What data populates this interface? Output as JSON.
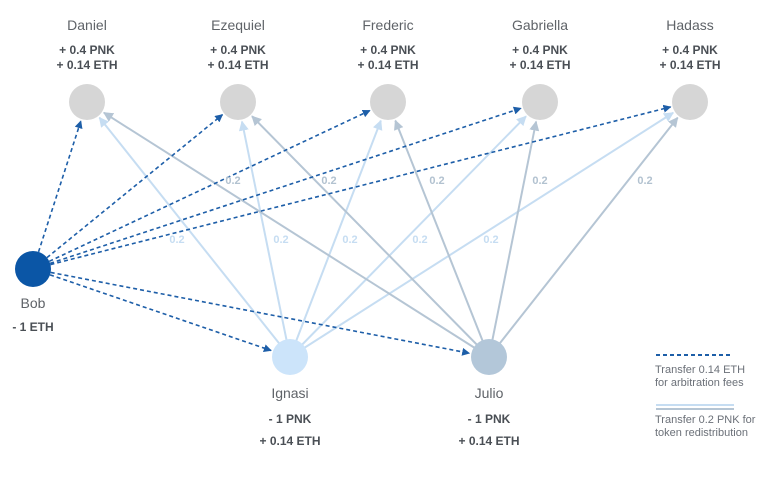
{
  "colors": {
    "eth_transfer": "#1d5ea8",
    "bob": "#0b56a6",
    "ignasi": "#cce4fa",
    "julio": "#b3c7d9",
    "juror": "#d6d6d6",
    "ignasi_edge": "#c6ddf2",
    "julio_edge": "#b5c5d4"
  },
  "nodes": {
    "daniel": {
      "name": "Daniel",
      "pnk": "+ 0.4 PNK",
      "eth": "+ 0.14 ETH"
    },
    "ezequiel": {
      "name": "Ezequiel",
      "pnk": "+ 0.4 PNK",
      "eth": "+ 0.14 ETH"
    },
    "frederic": {
      "name": "Frederic",
      "pnk": "+ 0.4 PNK",
      "eth": "+ 0.14 ETH"
    },
    "gabriella": {
      "name": "Gabriella",
      "pnk": "+ 0.4 PNK",
      "eth": "+ 0.14 ETH"
    },
    "hadass": {
      "name": "Hadass",
      "pnk": "+ 0.4 PNK",
      "eth": "+ 0.14 ETH"
    },
    "bob": {
      "name": "Bob",
      "eth": "- 1 ETH"
    },
    "ignasi": {
      "name": "Ignasi",
      "pnk": "- 1 PNK",
      "eth": "+ 0.14 ETH"
    },
    "julio": {
      "name": "Julio",
      "pnk": "- 1 PNK",
      "eth": "+ 0.14 ETH"
    }
  },
  "eth_edges": [
    {
      "from": "bob",
      "to": "daniel"
    },
    {
      "from": "bob",
      "to": "ezequiel"
    },
    {
      "from": "bob",
      "to": "frederic"
    },
    {
      "from": "bob",
      "to": "gabriella"
    },
    {
      "from": "bob",
      "to": "hadass"
    },
    {
      "from": "bob",
      "to": "ignasi"
    },
    {
      "from": "bob",
      "to": "julio"
    }
  ],
  "pnk_edges": [
    {
      "from": "ignasi",
      "to": "daniel",
      "amount": "0.2"
    },
    {
      "from": "ignasi",
      "to": "ezequiel",
      "amount": "0.2"
    },
    {
      "from": "ignasi",
      "to": "frederic",
      "amount": "0.2"
    },
    {
      "from": "ignasi",
      "to": "gabriella",
      "amount": "0.2"
    },
    {
      "from": "ignasi",
      "to": "hadass",
      "amount": "0.2"
    },
    {
      "from": "julio",
      "to": "daniel",
      "amount": "0.2"
    },
    {
      "from": "julio",
      "to": "ezequiel",
      "amount": "0.2"
    },
    {
      "from": "julio",
      "to": "frederic",
      "amount": "0.2"
    },
    {
      "from": "julio",
      "to": "gabriella",
      "amount": "0.2"
    },
    {
      "from": "julio",
      "to": "hadass",
      "amount": "0.2"
    }
  ],
  "legend": {
    "eth_label_1": "Transfer 0.14 ETH",
    "eth_label_2": "for arbitration fees",
    "pnk_label_1": "Transfer 0.2 PNK for",
    "pnk_label_2": "token redistribution"
  }
}
